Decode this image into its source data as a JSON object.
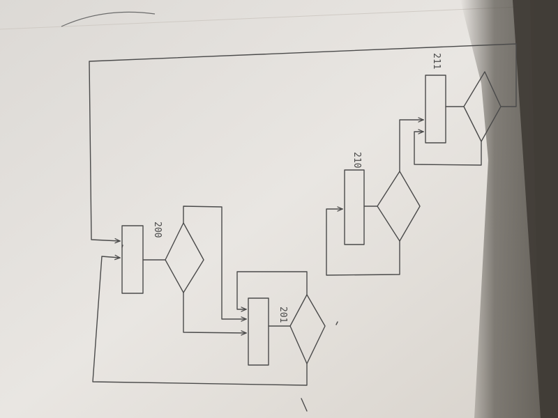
{
  "diagram": {
    "labels": {
      "state_200": "200",
      "state_201": "201",
      "state_210": "210",
      "state_211": "211"
    },
    "colors": {
      "paper": "#e6e3df",
      "ink": "#4a4a4a",
      "background": "#6f6a60"
    }
  }
}
